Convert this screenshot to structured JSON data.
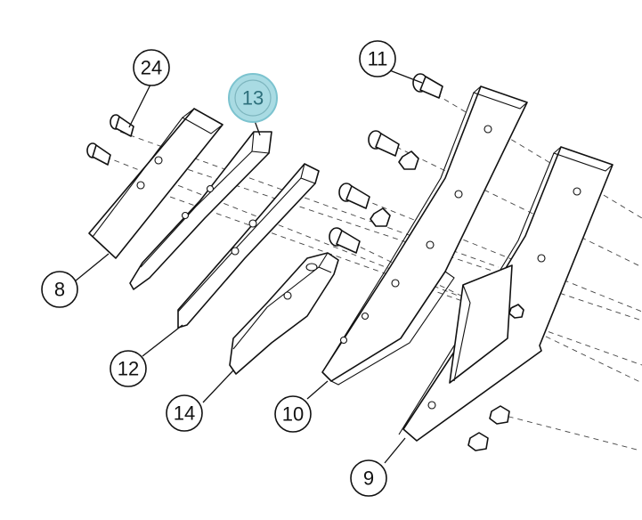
{
  "callouts": [
    {
      "id": "8",
      "label": "8",
      "highlighted": false
    },
    {
      "id": "9",
      "label": "9",
      "highlighted": false
    },
    {
      "id": "10",
      "label": "10",
      "highlighted": false
    },
    {
      "id": "11",
      "label": "11",
      "highlighted": false
    },
    {
      "id": "12",
      "label": "12",
      "highlighted": false
    },
    {
      "id": "13",
      "label": "13",
      "highlighted": true
    },
    {
      "id": "14",
      "label": "14",
      "highlighted": false
    },
    {
      "id": "24",
      "label": "24",
      "highlighted": false
    }
  ],
  "colors": {
    "line": "#111111",
    "highlight_fill": "#a9dbe3",
    "highlight_stroke": "#7cc3cf",
    "highlight_text": "#2d6f7b"
  }
}
